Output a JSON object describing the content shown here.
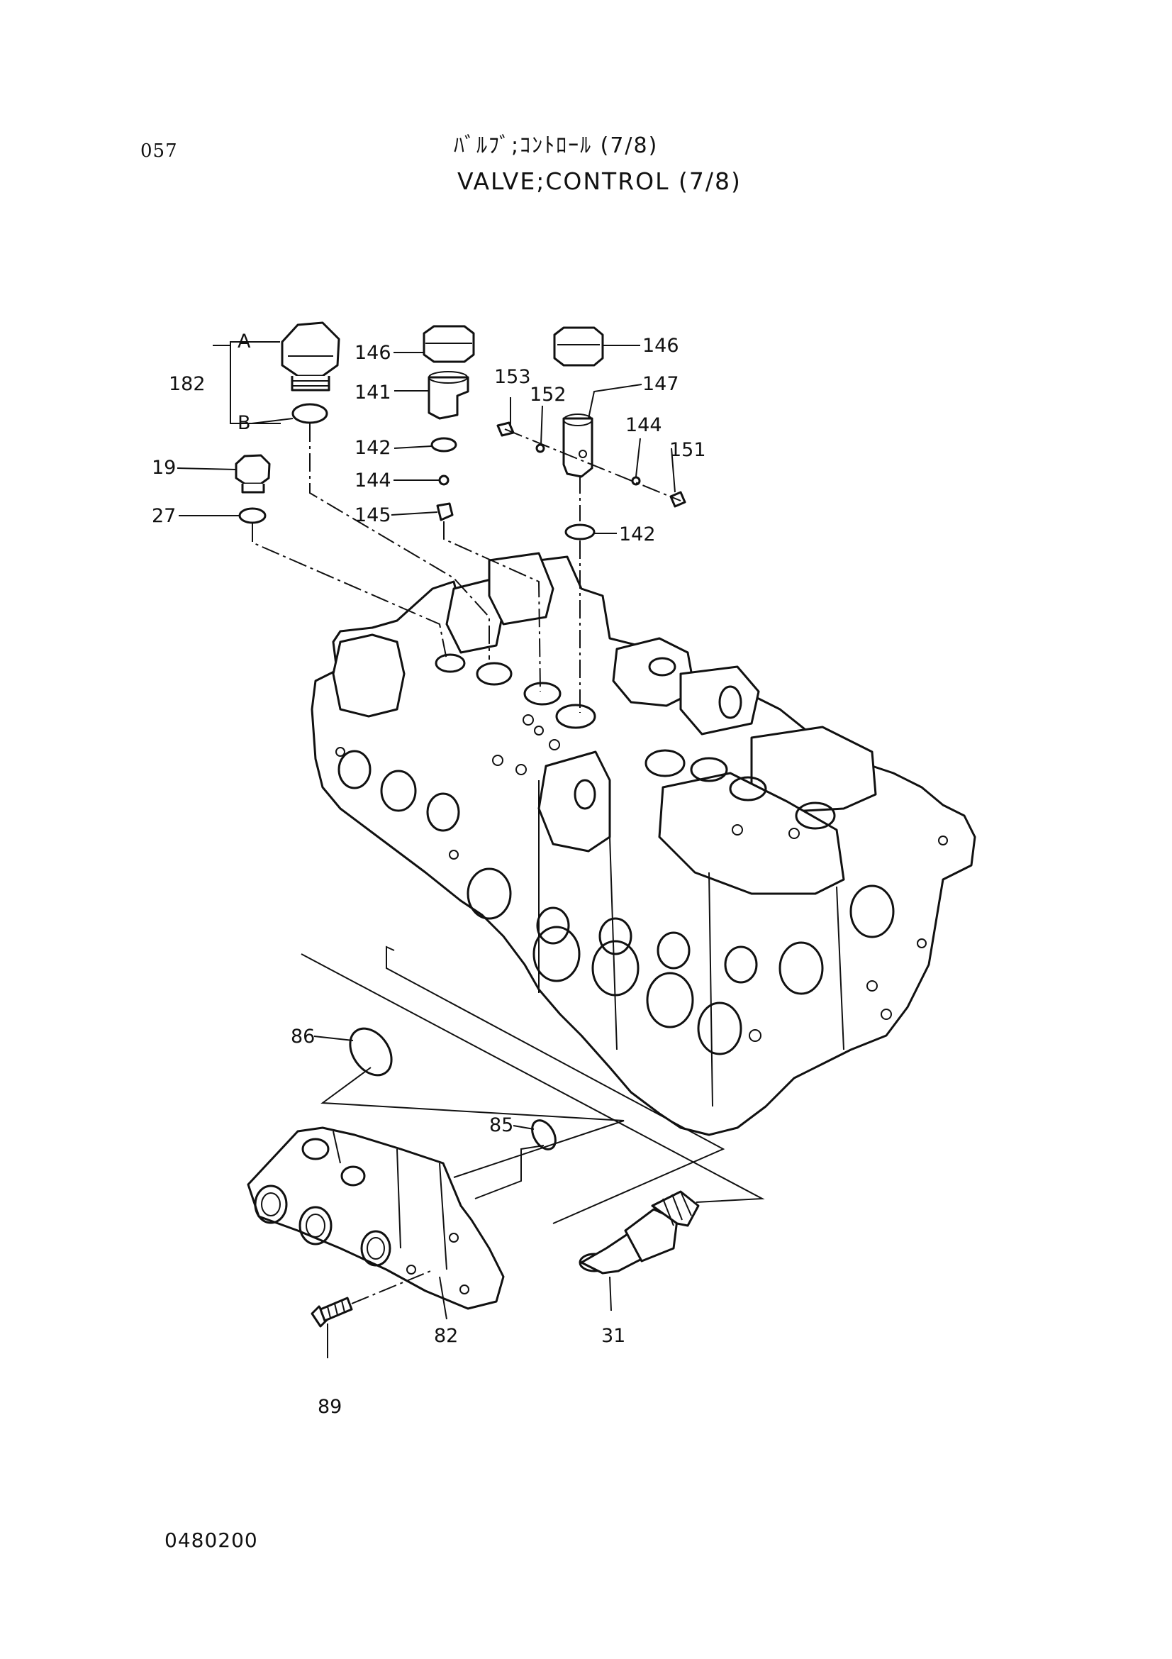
{
  "page_number": "057",
  "title_jp": "ﾊﾞﾙﾌﾞ;ｺﾝﾄﾛｰﾙ (7/8)",
  "title_en": "VALVE;CONTROL (7/8)",
  "drawing_code": "0480200",
  "callouts": {
    "c182": "182",
    "cA": "A",
    "cB": "B",
    "c19": "19",
    "c27": "27",
    "c146a": "146",
    "c141": "141",
    "c142a": "142",
    "c144a": "144",
    "c145": "145",
    "c153": "153",
    "c152": "152",
    "c146b": "146",
    "c147": "147",
    "c144b": "144",
    "c151": "151",
    "c142b": "142",
    "c86": "86",
    "c85": "85",
    "c82": "82",
    "c31": "31",
    "c89": "89"
  }
}
